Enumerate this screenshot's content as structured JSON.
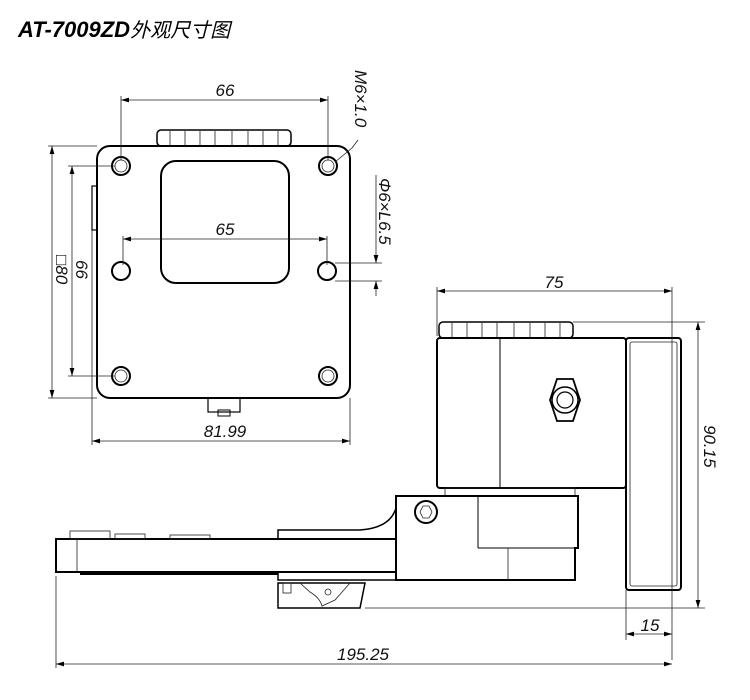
{
  "title": {
    "model": "AT-7009ZD",
    "suffix": "外观尺寸图"
  },
  "dimensions": {
    "top_hole_spacing": "66",
    "thread": "M6×1.0",
    "middle_hole_spacing": "65",
    "pin_hole": "Φ6×L6.5",
    "plate_size": "□80",
    "vertical_hole_spacing": "66",
    "plate_width": "81.99",
    "side_width": "75",
    "height": "90.15",
    "bracket_thickness": "15",
    "total_length": "195.25"
  }
}
